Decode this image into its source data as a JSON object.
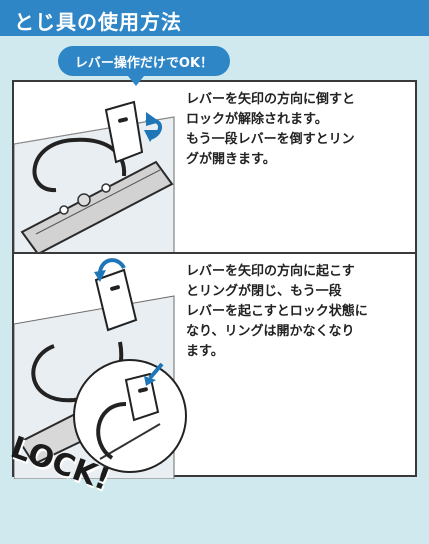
{
  "header": {
    "title": "とじ具の使用方法"
  },
  "pill": {
    "text": "レバー操作だけでOK！"
  },
  "panel1": {
    "text": "レバーを矢印の方向に倒すと\nロックが解除されます。\nもう一段レバーを倒すとリン\nグが開きます。"
  },
  "panel2": {
    "text": "レバーを矢印の方向に起こす\nとリングが閉じ、もう一段\nレバーを起こすとロック状態に\nなり、リングは開かなくなり\nます。"
  },
  "lock": {
    "text": "LOCK!"
  },
  "colors": {
    "header_blue": "#2f86c6",
    "background": "#cfe9ef",
    "arrow_blue": "#1f76b7"
  },
  "icons": [
    "ring-binder-illustration",
    "rotate-arrow-icon",
    "down-arrow-icon",
    "magnify-circle"
  ]
}
